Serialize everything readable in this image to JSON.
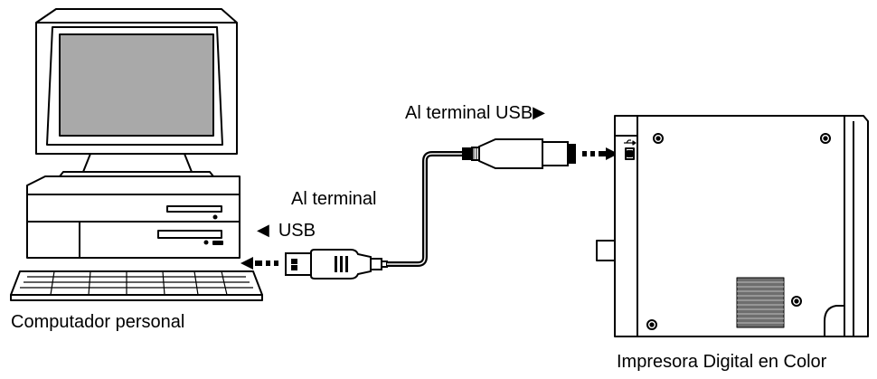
{
  "labels": {
    "terminal_usb_printer": "Al terminal USB",
    "terminal_line1": "Al terminal",
    "terminal_line2": "USB",
    "computer": "Computador personal",
    "printer": "Impresora Digital en Color"
  },
  "icons": {
    "arrow_right": "triangle-right-icon",
    "arrow_left": "triangle-left-icon",
    "usb": "usb-symbol-icon"
  }
}
